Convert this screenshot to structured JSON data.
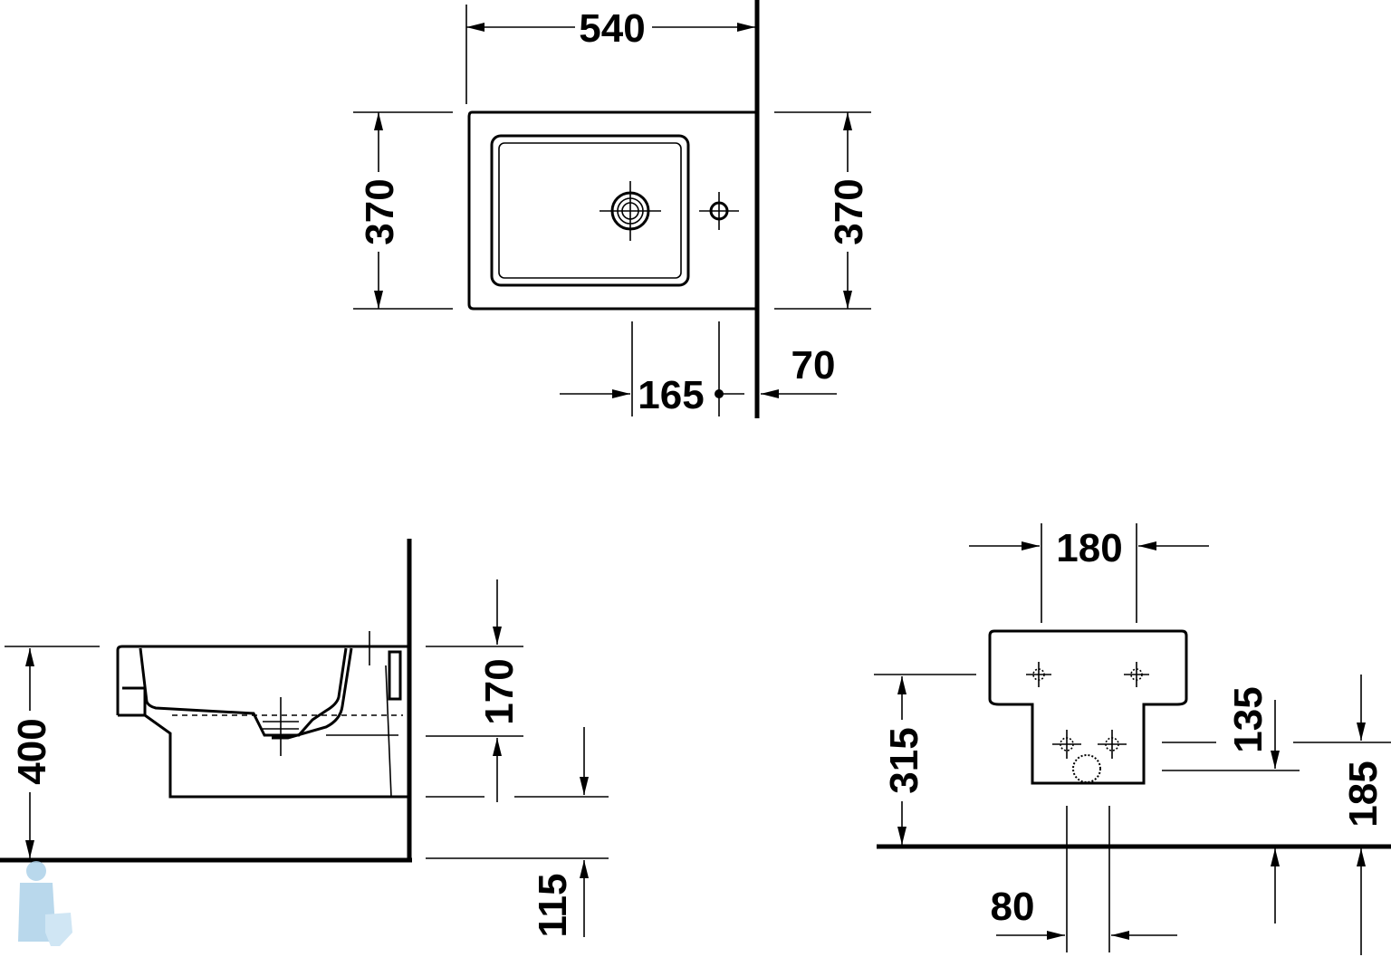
{
  "top_view": {
    "width_label": "540",
    "depth_left_label": "370",
    "depth_right_label": "370",
    "tap_offset_label": "165",
    "wall_offset_label": "70"
  },
  "side_view": {
    "height_label": "400",
    "bowl_depth_label": "170",
    "bottom_clearance_label": "115"
  },
  "front_view": {
    "fixing_spacing_label": "180",
    "fixing_height_label": "315",
    "supply_height_label": "135",
    "drain_height_label": "185",
    "drain_spacing_label": "80"
  },
  "colors": {
    "line": "#000000",
    "background": "#ffffff",
    "watermark": "#a8cfe8"
  }
}
